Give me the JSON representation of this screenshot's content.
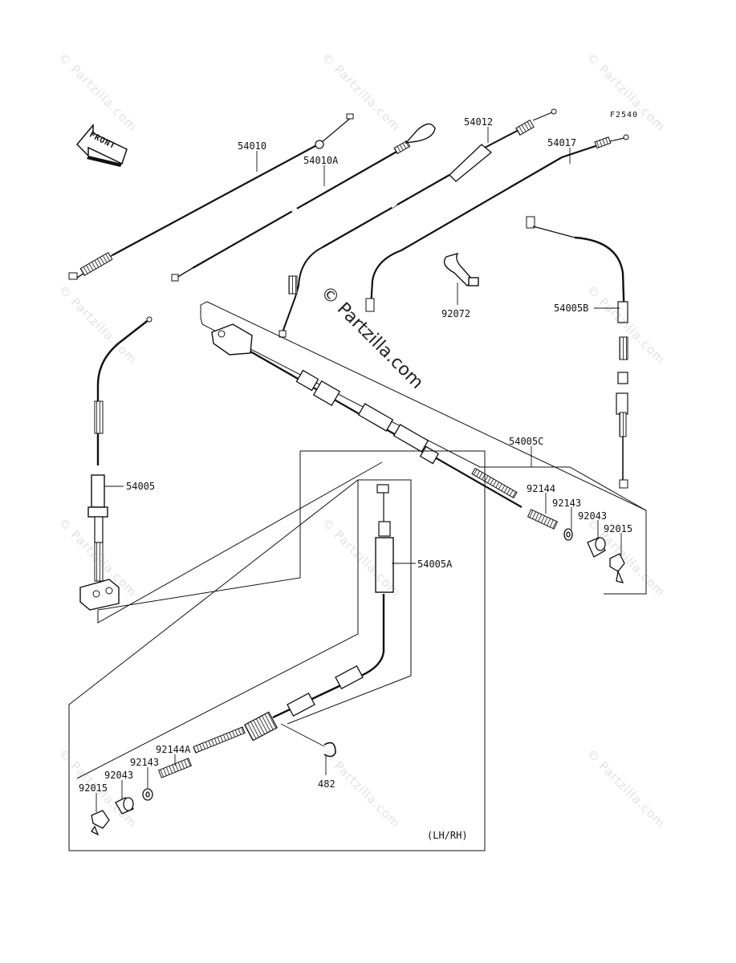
{
  "diagram_code": "F2540",
  "front_arrow_label": "FRONT",
  "watermark_text": "© Partzilla.com",
  "watermark_main": "© Partzilla.com",
  "note": "(LH/RH)",
  "part_labels": {
    "p54010": "54010",
    "p54010A": "54010A",
    "p54012": "54012",
    "p54017": "54017",
    "p92072": "92072",
    "p54005B": "54005B",
    "p54005": "54005",
    "p54005C": "54005C",
    "p92144": "92144",
    "p92143": "92143",
    "p92043": "92043",
    "p92015": "92015",
    "p54005A": "54005A",
    "p92144A": "92144A",
    "p92143b": "92143",
    "p92043b": "92043",
    "p92015b": "92015",
    "p482": "482"
  }
}
